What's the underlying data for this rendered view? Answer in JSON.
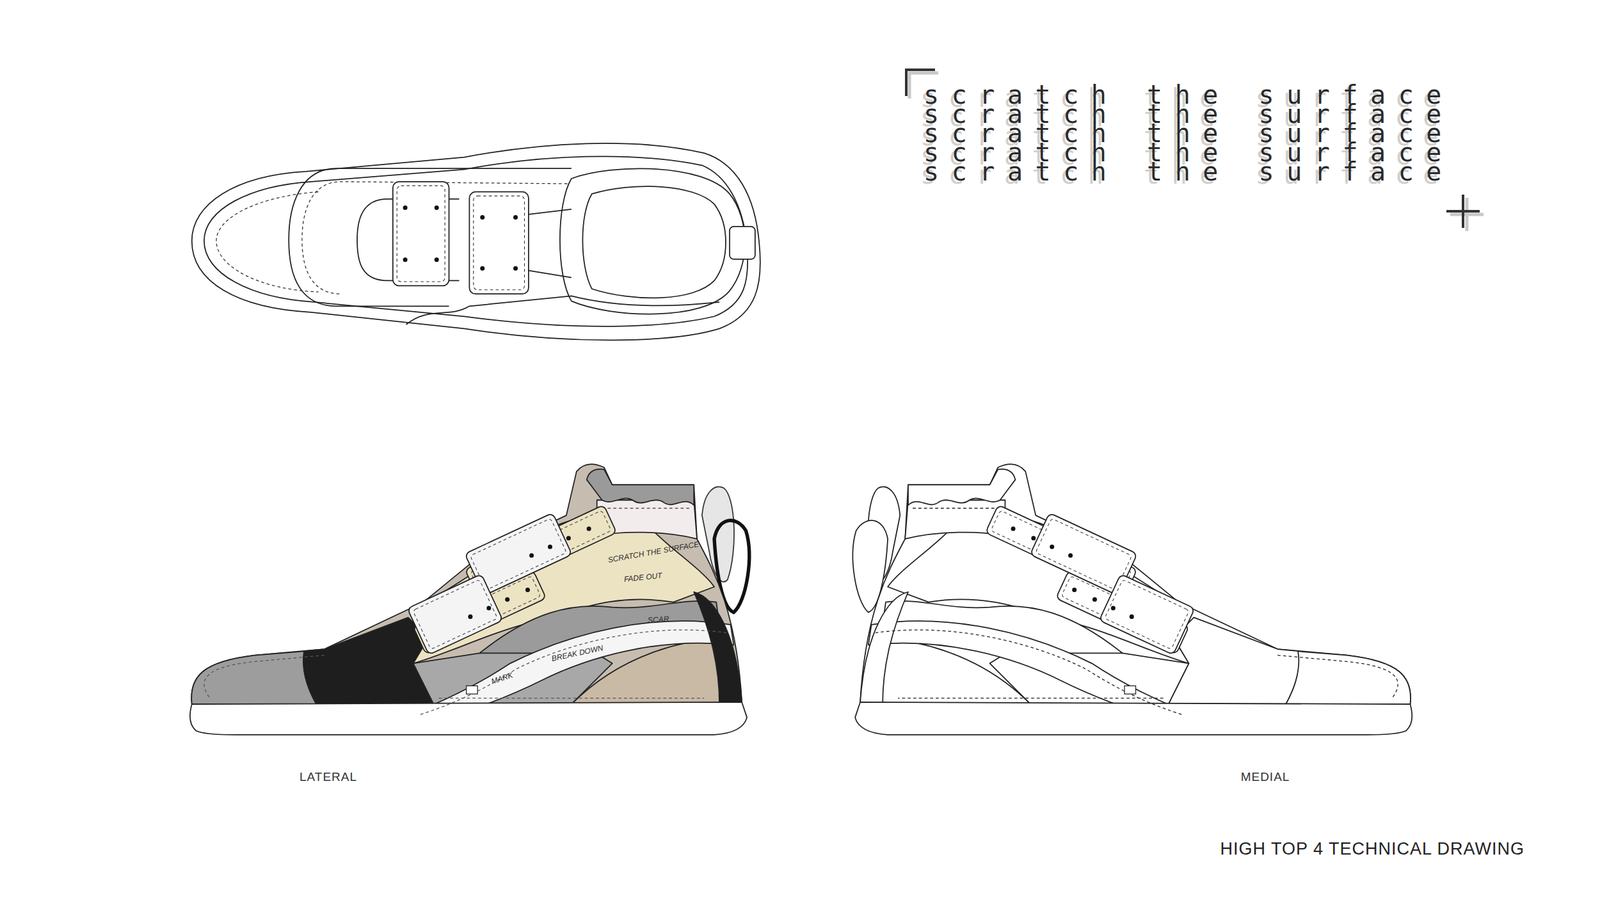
{
  "diagram": {
    "title": "scratch the surface",
    "caption": "HIGH TOP 4 TECHNICAL DRAWING",
    "labels": [
      "scratch the surface",
      "scratch the surface",
      "scratch the surface",
      "scratch the surface",
      "LATERAL",
      "MEDIAL",
      "SCRATCH THE SURFACE",
      "FADE OUT",
      "SCAR",
      "BREAK DOWN",
      "MARK"
    ]
  }
}
